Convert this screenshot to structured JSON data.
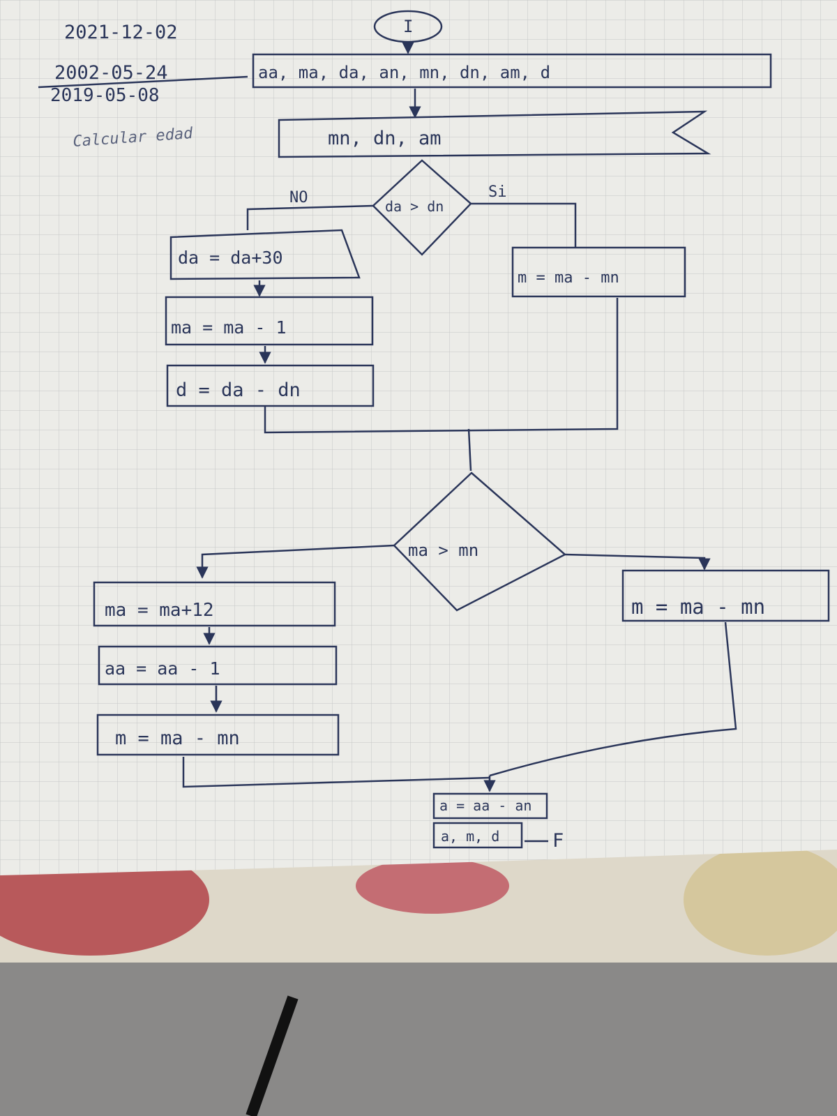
{
  "notes": {
    "date_1": "2021-12-02",
    "date_2": "2002-05-24",
    "date_3": "2019-05-08",
    "caption": "Calcular edad"
  },
  "flowchart": {
    "start": "I",
    "input": "aa, ma, da, an, mn, dn, am, d",
    "read": "mn, dn, am",
    "decision_1": "da > dn",
    "decision_1_no": "NO",
    "decision_1_yes": "Si",
    "no_step_1": "da = da+30",
    "no_step_2": "ma = ma - 1",
    "no_step_3": "d = da - dn",
    "yes_step_1": "m = ma - mn",
    "decision_2": "ma > mn",
    "left_step_1": "ma = ma+12",
    "left_step_2": "aa = aa - 1",
    "left_step_3": "m = ma - mn",
    "right_step_1": "m = ma - mn",
    "final_step": "a = aa - an",
    "output": "a, m, d",
    "end": "F"
  },
  "colors": {
    "ink": "#2a3559",
    "paper": "#ecece8",
    "grid": "#c7c8c8"
  }
}
